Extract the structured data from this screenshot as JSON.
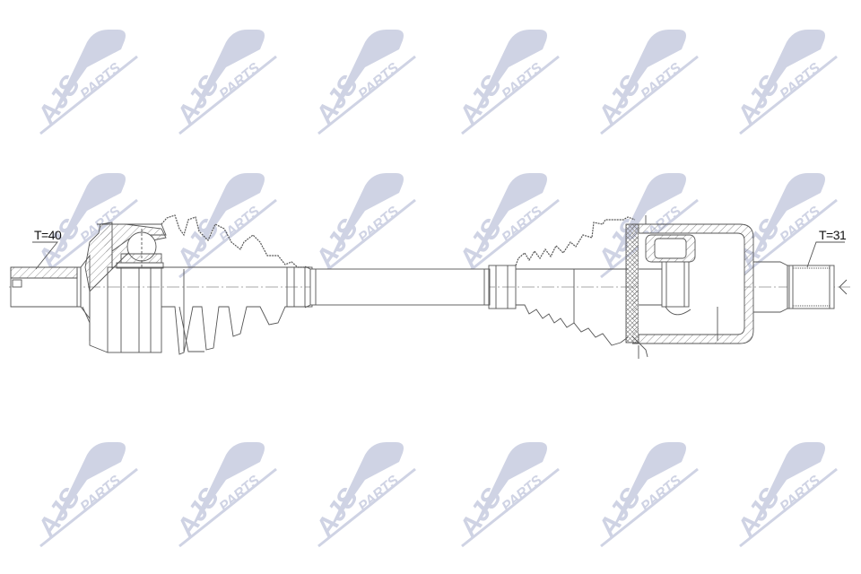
{
  "brand": {
    "watermark_text_main": "AJS",
    "watermark_text_sub": "PARTS",
    "watermark_color": "#cfd3e4",
    "watermark_grid": {
      "columns": 6,
      "rows": 3
    }
  },
  "drawing": {
    "subject": "drive shaft (CV axle) technical drawing",
    "line_color": "#555555",
    "hatch_color": "#777777"
  },
  "annotations": {
    "left_spline": "T=40",
    "right_spline": "T=31"
  }
}
